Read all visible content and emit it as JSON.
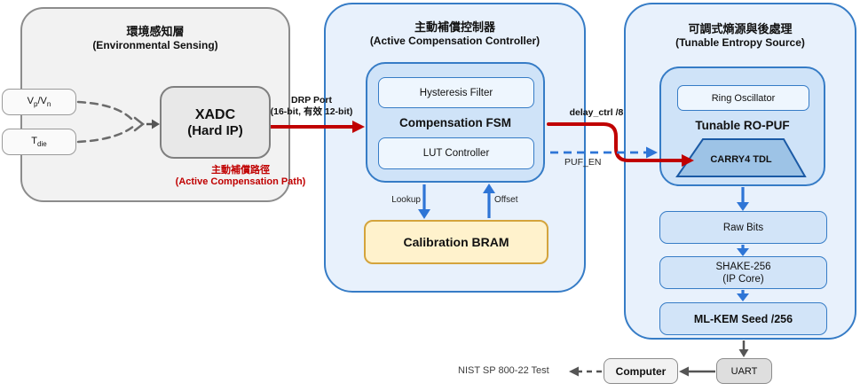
{
  "sensing": {
    "title_zh": "環境感知層",
    "title_en": "(Environmental Sensing)",
    "vpvn": {
      "b1": "V",
      "s1": "p",
      "b2": "/V",
      "s2": "n"
    },
    "tdie": {
      "b1": "T",
      "s1": "die"
    },
    "xadc": {
      "line1": "XADC",
      "line2": "(Hard IP)"
    },
    "path_zh": "主動補償路徑",
    "path_en": "(Active Compensation Path)"
  },
  "controller": {
    "title_zh": "主動補償控制器",
    "title_en": "(Active Compensation Controller)",
    "hysteresis": "Hysteresis Filter",
    "fsm": "Compensation FSM",
    "lut": "LUT Controller",
    "lookup": "Lookup",
    "offset": "Offset",
    "bram": "Calibration BRAM"
  },
  "entropy": {
    "title_zh": "可調式熵源與後處理",
    "title_en": "(Tunable Entropy Source)",
    "ring_osc": "Ring Oscillator",
    "ro_puf": "Tunable RO-PUF",
    "carry4": "CARRY4 TDL",
    "raw_bits": "Raw Bits",
    "shake_line1": "SHAKE-256",
    "shake_line2": "(IP Core)",
    "mlkem": "ML-KEM Seed /256"
  },
  "signals": {
    "drp_line1": "DRP Port",
    "drp_line2": "(16-bit, 有效 12-bit)",
    "delay_ctrl": "delay_ctrl /8",
    "puf_en": "PUF_EN"
  },
  "output_chain": {
    "nist": "NIST SP 800-22 Test",
    "computer": "Computer",
    "uart": "UART"
  },
  "colors": {
    "compensation_path_red": "#c00000",
    "signal_blue": "#2e75d6",
    "block_border_blue": "#367cc6",
    "bram_fill": "#fff2cc",
    "bram_border": "#d4a43c",
    "gray_arrow": "#555555"
  }
}
